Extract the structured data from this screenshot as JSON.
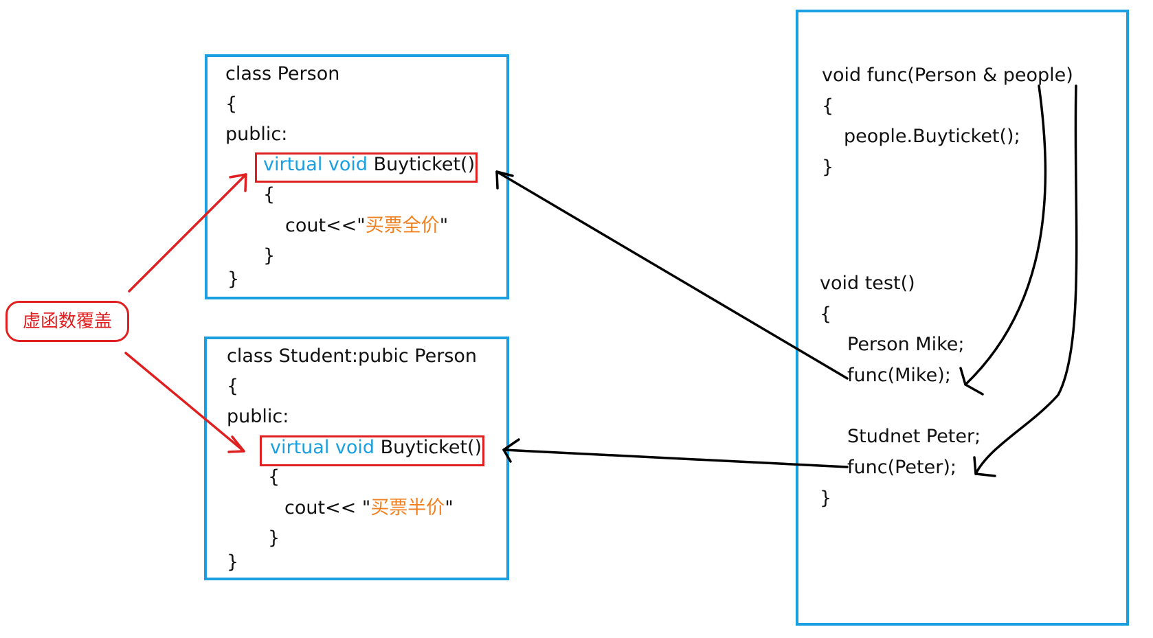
{
  "person_class": {
    "header": "class Person",
    "open_brace": "{",
    "access": "public:",
    "method_keywords": "virtual void",
    "method_name": "Buyticket()",
    "method_open": "{",
    "cout_prefix": "cout<<\"",
    "cout_text": "买票全价",
    "cout_suffix": "\"",
    "method_close": "}",
    "close_brace": "}"
  },
  "student_class": {
    "header": "class Student:pubic Person",
    "open_brace": "{",
    "access": "public:",
    "method_keywords": "virtual void",
    "method_name": "Buyticket()",
    "method_open": "{",
    "cout_prefix": "cout<< \"",
    "cout_text": "买票半价",
    "cout_suffix": "\"",
    "method_close": "}",
    "close_brace": "}"
  },
  "func_block": {
    "signature": "void func(Person & people)",
    "open_brace": "{",
    "call": "people.Buyticket();",
    "close_brace": "}"
  },
  "test_block": {
    "signature": "void test()",
    "open_brace": "{",
    "person_decl": "Person Mike;",
    "person_call": "func(Mike);",
    "student_decl": "Studnet Peter;",
    "student_call": "func(Peter);",
    "close_brace": "}"
  },
  "override_label": "虚函数覆盖",
  "colors": {
    "box_border": "#1aa0e0",
    "keyword": "#1aa0e0",
    "string": "#f08020",
    "highlight": "#e02020",
    "arrow_black": "#000000"
  }
}
